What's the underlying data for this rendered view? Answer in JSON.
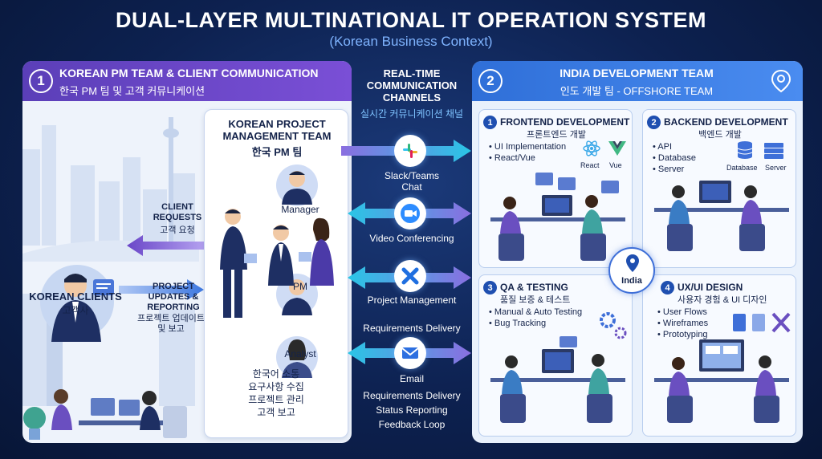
{
  "header": {
    "title": "DUAL-LAYER MULTINATIONAL IT OPERATION SYSTEM",
    "subtitle": "(Korean Business Context)"
  },
  "left_panel": {
    "number": "1",
    "title": "KOREAN PM TEAM & CLIENT COMMUNICATION",
    "title_kr": "한국 PM 팀 및 고객 커뮤니케이션",
    "clients_label": "KOREAN CLIENTS",
    "clients_kr": "고객사",
    "client_requests": "CLIENT\nREQUESTS",
    "client_requests_kr": "고객 요청",
    "project_updates": "PROJECT\nUPDATES &\nREPORTING",
    "project_updates_kr": "프로젝트 업데이트\n및 보고",
    "pm_team": {
      "title": "KOREAN PROJECT\nMANAGEMENT TEAM",
      "title_kr": "한국 PM 팀",
      "roles": [
        "Manager",
        "PM",
        "Analyst"
      ],
      "duties": [
        "한국어 소통",
        "요구사항 수집",
        "프로젝트 관리",
        "고객 보고"
      ]
    }
  },
  "middle": {
    "title": "REAL-TIME\nCOMMUNICATION\nCHANNELS",
    "title_kr": "실시간 커뮤니케이션 채널",
    "channels": [
      {
        "icon": "slack-icon",
        "label": "Slack/Teams\nChat"
      },
      {
        "icon": "video-icon",
        "label": "Video  Conferencing"
      },
      {
        "icon": "project-management-icon",
        "label": "Project Management"
      },
      {
        "icon": "email-icon",
        "label": "Email"
      }
    ],
    "requirements_delivery_top": "Requirements Delivery",
    "email_items": [
      "Requirements Delivery",
      "Status Reporting",
      "Feedback Loop"
    ]
  },
  "right_panel": {
    "number": "2",
    "title": "INDIA DEVELOPMENT TEAM",
    "title_kr": "인도 개발 팀 - OFFSHORE TEAM",
    "center_label": "India",
    "teams": [
      {
        "num": "1",
        "title": "FRONTEND DEVELOPMENT",
        "title_kr": "프론트엔드 개발",
        "items": [
          "• UI Implementation",
          "• React/Vue"
        ],
        "tags": [
          "React",
          "Vue"
        ]
      },
      {
        "num": "2",
        "title": "BACKEND DEVELOPMENT",
        "title_kr": "백엔드 개발",
        "items": [
          "• API",
          "• Database",
          "• Server"
        ],
        "tags": [
          "Database",
          "Server"
        ]
      },
      {
        "num": "3",
        "title": "QA & TESTING",
        "title_kr": "품질 보증 & 테스트",
        "items": [
          "• Manual & Auto Testing",
          "• Bug Tracking"
        ],
        "tags": []
      },
      {
        "num": "4",
        "title": "UX/UI DESIGN",
        "title_kr": "사용자 경험 & UI 디자인",
        "items": [
          "• User Flows",
          "• Wireframes",
          "• Prototyping"
        ],
        "tags": []
      }
    ]
  },
  "colors": {
    "background": "#0d2150",
    "left_header": "#6a47c8",
    "right_header": "#3a7ce4",
    "arrow_cyan": "#29c6e6",
    "arrow_purple": "#8a6ee0"
  }
}
